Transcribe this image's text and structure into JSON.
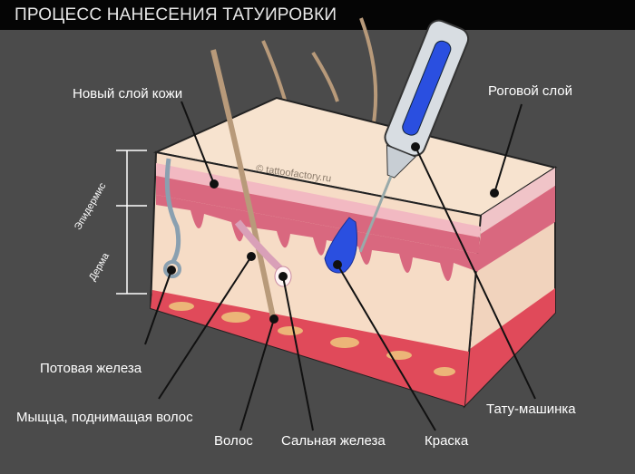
{
  "title": "ПРОЦЕСС НАНЕСЕНИЯ ТАТУИРОВКИ",
  "watermark": "© tattoofactory.ru",
  "labels": {
    "new_skin_layer": "Новый слой кожи",
    "stratum_corneum": "Роговой слой",
    "epidermis": "Эпидермис",
    "dermis": "Дерма",
    "sweat_gland": "Потовая железа",
    "hair_muscle": "Мыщца, поднимащая волос",
    "hair": "Волос",
    "sebaceous_gland": "Сальная железа",
    "ink": "Краска",
    "tattoo_machine": "Тату-машинка"
  },
  "colors": {
    "background": "#4b4b4b",
    "title_bar": "#050505",
    "skin_top": "#f7e3cf",
    "epidermis": "#d9687f",
    "dermis": "#f6dcc6",
    "fat": "#e04a5a",
    "ink": "#2a4fe0"
  }
}
